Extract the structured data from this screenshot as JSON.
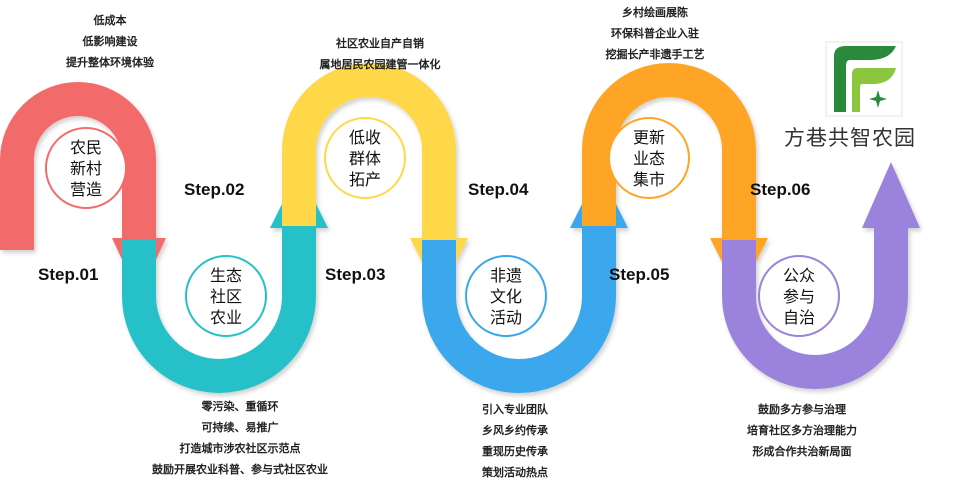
{
  "brand": {
    "name": "方巷共智农园",
    "colors": {
      "dark_green": "#2a8a3c",
      "light_green": "#8cc63f"
    }
  },
  "steps": [
    {
      "label": "Step.01",
      "title_lines": [
        "农民",
        "新村",
        "营造"
      ],
      "color": "#f36b6b",
      "notes": [
        "低成本",
        "低影响建设",
        "提升整体环境体验"
      ]
    },
    {
      "label": "Step.02",
      "title_lines": [
        "生态",
        "社区",
        "农业"
      ],
      "color": "#26c0c8",
      "notes": [
        "零污染、重循环",
        "可持续、易推广",
        "打造城市涉农社区示范点",
        "鼓励开展农业科普、参与式社区农业"
      ]
    },
    {
      "label": "Step.03",
      "title_lines": [
        "低收",
        "群体",
        "拓产"
      ],
      "color": "#ffd84a",
      "notes": [
        "社区农业自产自销",
        "属地居民农园建管一体化"
      ]
    },
    {
      "label": "Step.04",
      "title_lines": [
        "非遗",
        "文化",
        "活动"
      ],
      "color": "#3aa7ec",
      "notes": [
        "引入专业团队",
        "乡风乡约传承",
        "重现历史传承",
        "策划活动热点"
      ]
    },
    {
      "label": "Step.05",
      "title_lines": [
        "更新",
        "业态",
        "集市"
      ],
      "color": "#ffa526",
      "notes": [
        "乡村绘画展陈",
        "环保科普企业入驻",
        "挖掘长产非遗手工艺"
      ]
    },
    {
      "label": "Step.06",
      "title_lines": [
        "公众",
        "参与",
        "自治"
      ],
      "color": "#9b82dc",
      "notes": [
        "鼓励多方参与治理",
        "培育社区多方治理能力",
        "形成合作共治新局面"
      ]
    }
  ]
}
